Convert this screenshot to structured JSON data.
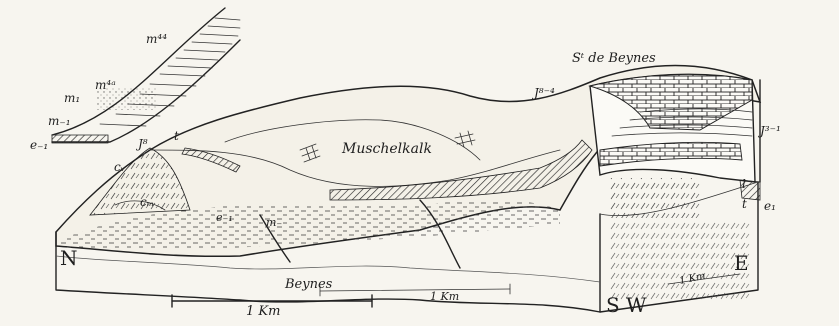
{
  "labels": {
    "place_top_right": "Sᵗ de Beynes",
    "muschelkalk": "Muschelkalk",
    "beynes": "Beynes",
    "north": "N",
    "south_west": "S W",
    "east": "E",
    "scale_1km": "1 Km",
    "scale_1km_b": "1 Km",
    "scale_1km_small": "1 Km"
  },
  "strata_inset": {
    "m44": "m⁴⁴",
    "m4a": "m⁴ᵃ",
    "m1": "m₁",
    "m1_lower": "m₋₁",
    "e": "e₋₁"
  },
  "strata_block": {
    "j8": "J⁸",
    "t_left": "t",
    "cv": "cᵥ",
    "cm": "cₘ",
    "e_left": "e₋₁",
    "m_left": "m₋",
    "j84": "J⁸⁻⁴",
    "j3": "J³⁻¹",
    "l": "l",
    "t_right": "t",
    "e_right": "e₁"
  }
}
